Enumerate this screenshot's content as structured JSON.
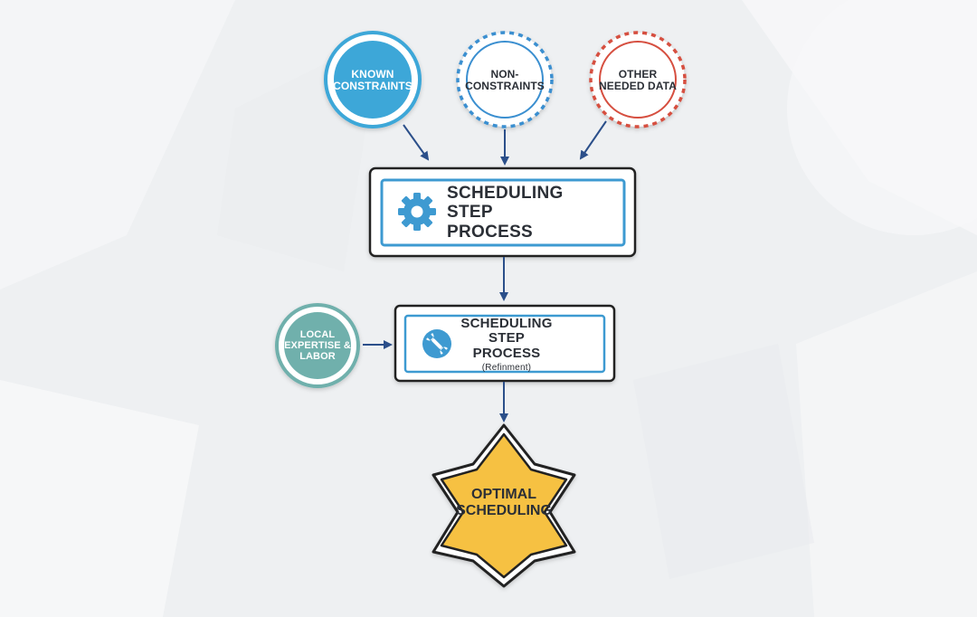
{
  "inputs": {
    "known_constraints": [
      "KNOWN",
      "CONSTRAINTS"
    ],
    "non_constraints": [
      "NON-",
      "CONSTRAINTS"
    ],
    "other_needed_data": [
      "OTHER",
      "NEEDED DATA"
    ],
    "local_expertise": [
      "LOCAL",
      "EXPERTISE &",
      "LABOR"
    ]
  },
  "process_1": {
    "line1": "SCHEDULING",
    "line2": "STEP PROCESS",
    "icon": "gear-icon"
  },
  "process_2": {
    "line1": "SCHEDULING",
    "line2": "STEP PROCESS",
    "note": "(Refinment)",
    "icon": "wrench-icon"
  },
  "output": {
    "line1": "OPTIMAL",
    "line2": "SCHEDULING"
  },
  "colors": {
    "known": "#3da7d8",
    "non": "#3a8fd0",
    "other": "#d64f3f",
    "local": "#6fb0ac",
    "accent_blue": "#3e9ad1",
    "arrow": "#2b4f8a",
    "star": "#f6c143"
  }
}
